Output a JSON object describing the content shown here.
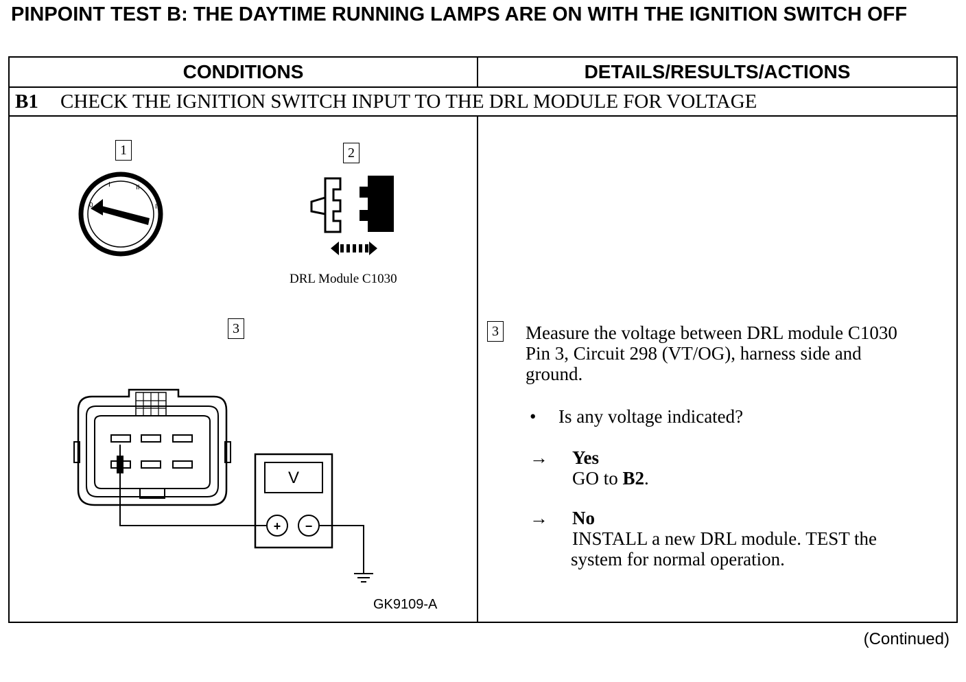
{
  "title": "PINPOINT TEST B: THE DAYTIME RUNNING LAMPS ARE ON WITH THE IGNITION SWITCH OFF",
  "columns": {
    "conditions": "CONDITIONS",
    "details": "DETAILS/RESULTS/ACTIONS"
  },
  "step": {
    "id": "B1",
    "heading": "CHECK THE IGNITION SWITCH INPUT TO THE DRL MODULE FOR VOLTAGE"
  },
  "illustration": {
    "callout_1": "1",
    "callout_2": "2",
    "callout_3": "3",
    "ignition_marks": [
      "0",
      "I",
      "II",
      "III"
    ],
    "connector_caption": "DRL Module C1030",
    "meter_label": "V",
    "plus_symbol": "+",
    "minus_symbol": "−",
    "figure_id": "GK9109-A"
  },
  "details": {
    "callout": "3",
    "instruction_line1": "Measure the voltage between DRL module C1030",
    "instruction_line2": "Pin 3, Circuit 298 (VT/OG), harness side and",
    "instruction_line3": "ground.",
    "bullet": "•",
    "question": "Is any voltage indicated?",
    "arrow": "→",
    "yes_label": "Yes",
    "yes_action_prefix": "GO to ",
    "yes_action_target": "B2",
    "yes_action_suffix": ".",
    "no_label": "No",
    "no_action_line1": "INSTALL a new DRL module.  TEST the",
    "no_action_line2": "system for normal operation."
  },
  "footer": {
    "continued": "(Continued)"
  }
}
